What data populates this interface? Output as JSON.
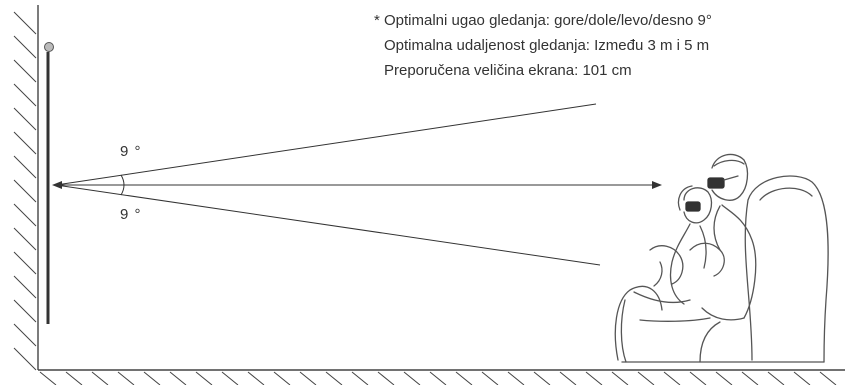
{
  "notes": {
    "line1": "* Optimalni ugao gledanja: gore/dole/levo/desno 9°",
    "line2": "Optimalna udaljenost gledanja: Između 3 m i 5 m",
    "line3": "Preporučena veličina ekrana: 101 cm"
  },
  "angles": {
    "upper": "9 °",
    "lower": "9 °"
  }
}
